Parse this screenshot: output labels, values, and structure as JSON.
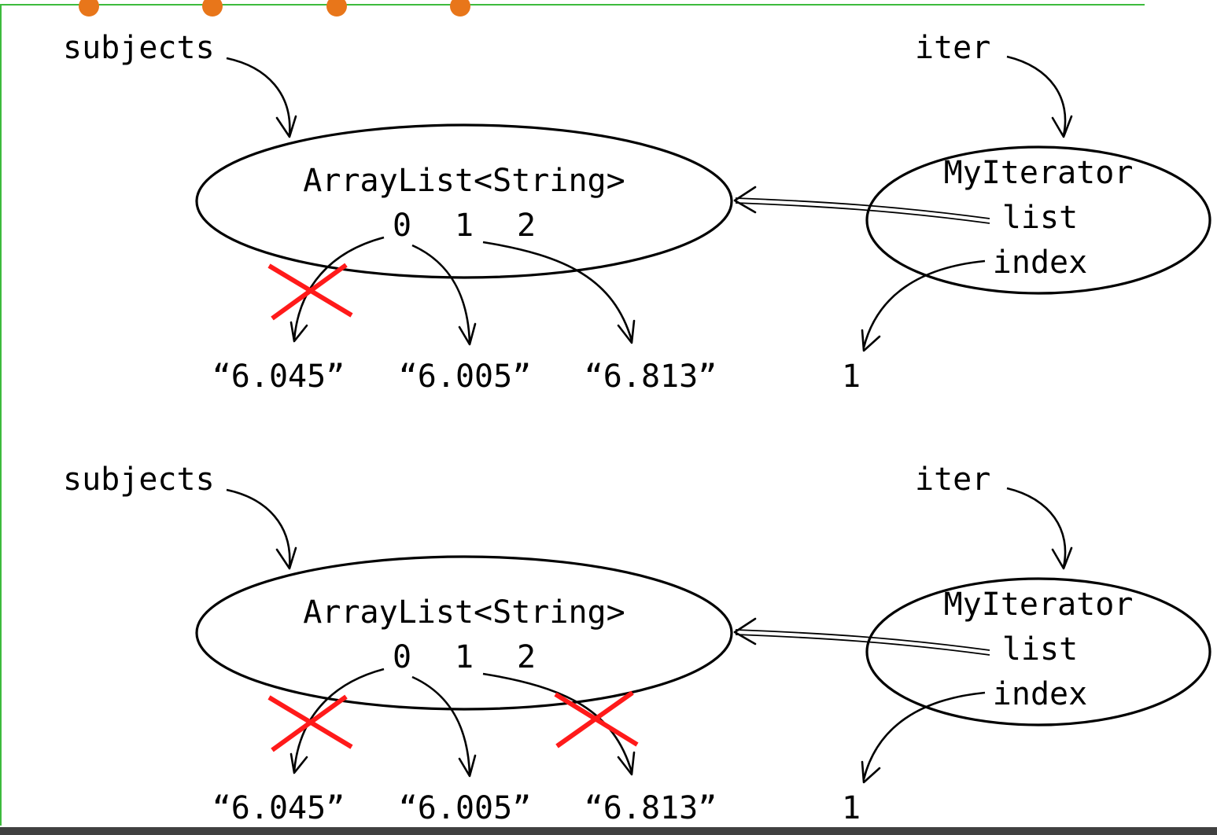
{
  "colors": {
    "frame_green": "#3dbb3d",
    "bullet_orange": "#e8761a",
    "cross_red": "#ff1a1a",
    "bottom_bar": "#404040"
  },
  "diagrams": [
    {
      "var_subjects": "subjects",
      "var_iter": "iter",
      "arraylist_label": "ArrayList<String>",
      "indices": [
        "0",
        "1",
        "2"
      ],
      "iterator_label": "MyIterator",
      "field_list": "list",
      "field_index": "index",
      "values": [
        "“6.045”",
        "“6.005”",
        "“6.813”"
      ],
      "index_value": "1",
      "crossed_out": [
        0
      ]
    },
    {
      "var_subjects": "subjects",
      "var_iter": "iter",
      "arraylist_label": "ArrayList<String>",
      "indices": [
        "0",
        "1",
        "2"
      ],
      "iterator_label": "MyIterator",
      "field_list": "list",
      "field_index": "index",
      "values": [
        "“6.045”",
        "“6.005”",
        "“6.813”"
      ],
      "index_value": "1",
      "crossed_out": [
        0,
        2
      ]
    }
  ]
}
